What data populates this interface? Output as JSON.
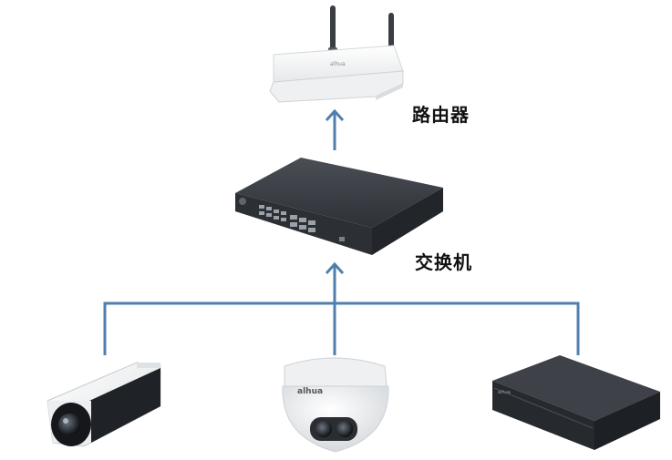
{
  "labels": {
    "router": "路由器",
    "switch": "交换机"
  },
  "brand": {
    "dome_logo": "alhua",
    "nvr_logo": "alhua"
  },
  "colors": {
    "connector": "#4f7fad",
    "device_white": "#f4f5f6",
    "device_dark": "#3a3d42"
  },
  "devices": [
    {
      "name": "router",
      "icon": "router-icon"
    },
    {
      "name": "switch",
      "icon": "network-switch-icon"
    },
    {
      "name": "bullet-camera",
      "icon": "bullet-camera-icon"
    },
    {
      "name": "dome-camera",
      "icon": "dome-camera-icon"
    },
    {
      "name": "nvr",
      "icon": "nvr-recorder-icon"
    }
  ]
}
